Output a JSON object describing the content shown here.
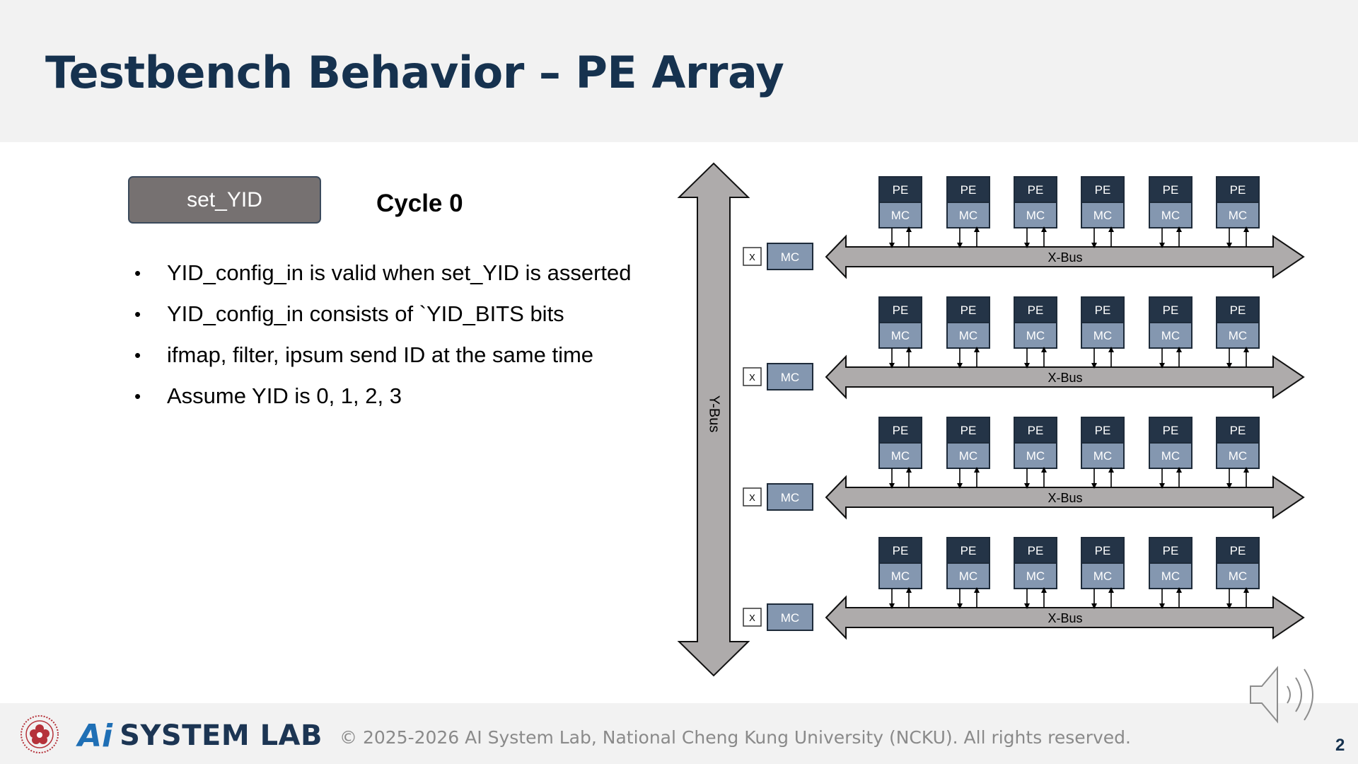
{
  "slide": {
    "title": "Testbench Behavior – PE Array",
    "signal_label": "set_YID",
    "cycle_label": "Cycle 0",
    "bullets": [
      "YID_config_in is valid when set_YID is asserted",
      "YID_config_in consists of `YID_BITS bits",
      "ifmap, filter, ipsum send ID at the same time",
      "Assume YID is 0, 1, 2, 3"
    ],
    "bullet_glyph": "•"
  },
  "diagram": {
    "ybus_label": "Y-Bus",
    "xbus_label": "X-Bus",
    "pe_label": "PE",
    "mc_label": "MC",
    "x_marker": "X",
    "row_count": 4,
    "pe_per_row": 6,
    "colors": {
      "bus_fill": "#aeabab",
      "pe_fill": "#243447",
      "mc_fill": "#8497b0",
      "outline": "#1e2b3a"
    }
  },
  "footer": {
    "logo_ai": "Ai",
    "logo_text": "SYSTEM LAB",
    "copyright": "© 2025-2026 AI System Lab, National Cheng Kung University (NCKU). All rights reserved.",
    "page_number": "2"
  },
  "icons": {
    "speaker": "speaker-icon",
    "seal": "university-seal-icon"
  }
}
